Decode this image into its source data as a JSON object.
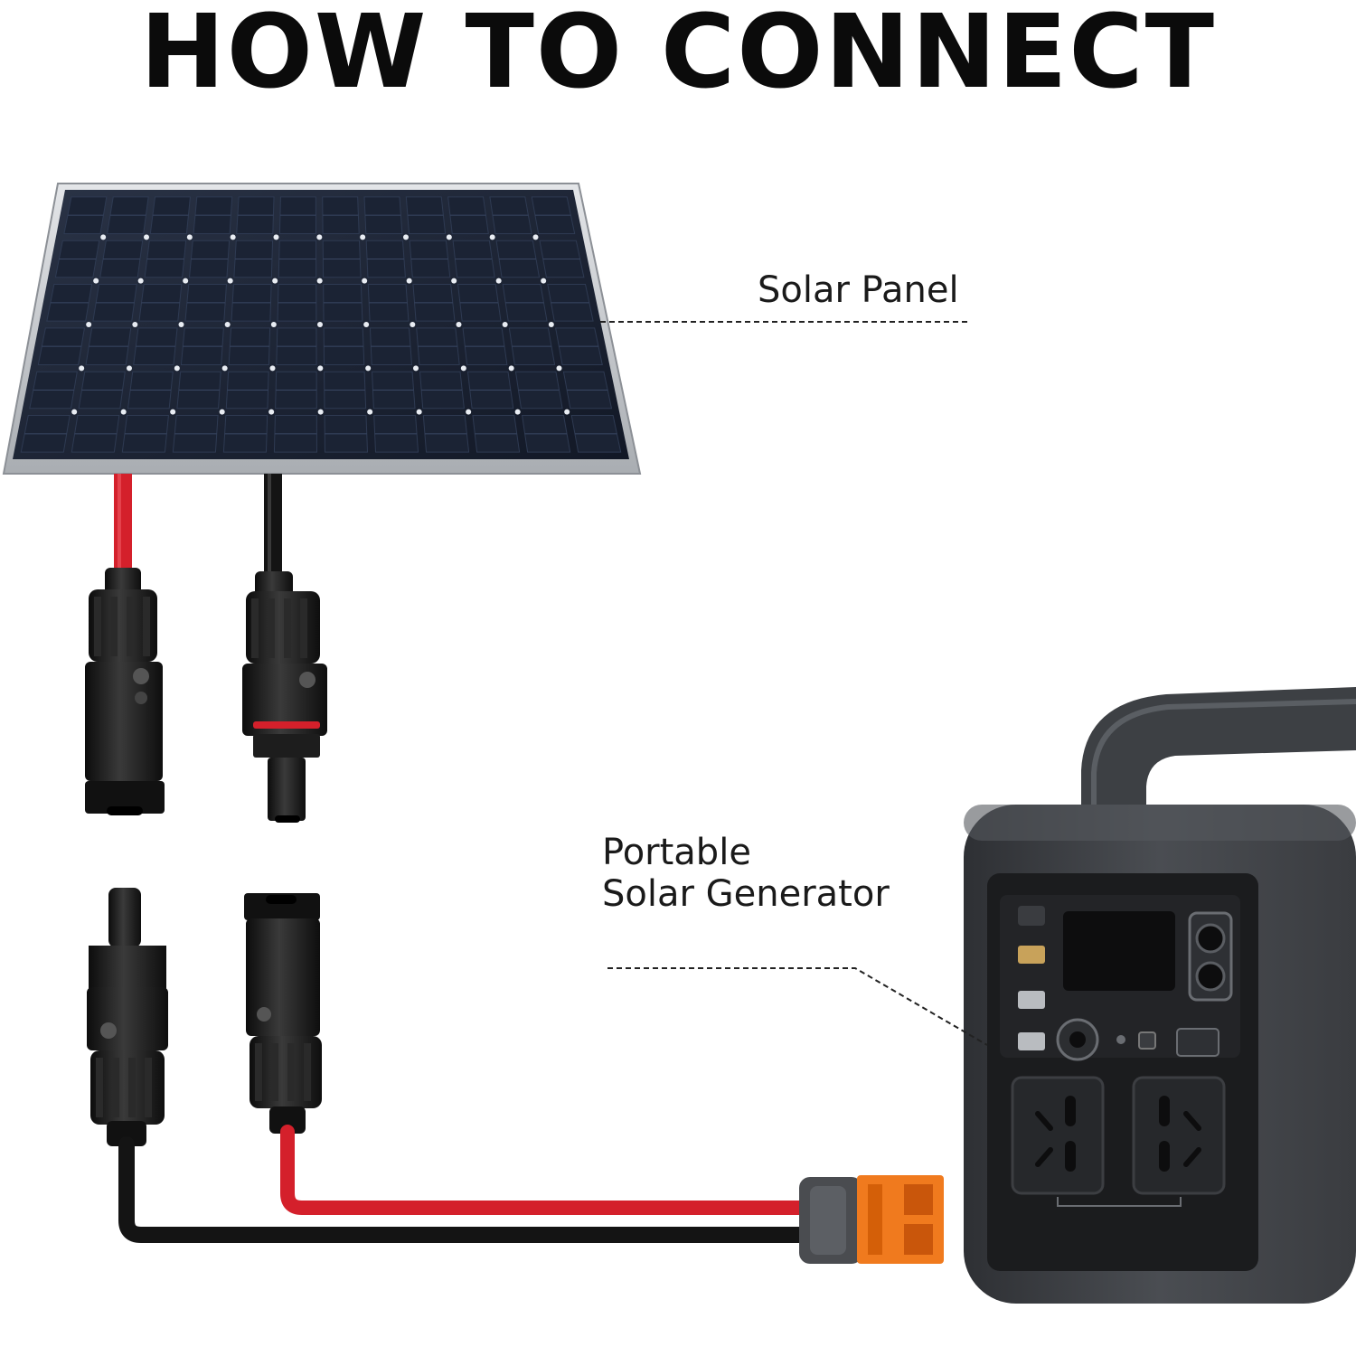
{
  "title": "HOW TO CONNECT",
  "labels": {
    "solar_panel": "Solar Panel",
    "generator_line1": "Portable",
    "generator_line2": "Solar Generator"
  },
  "colors": {
    "title_text": "#0b0b0b",
    "panel_cell": "#1b2334",
    "panel_frame": "#c9cdd2",
    "wire_red": "#d4202b",
    "wire_black": "#141414",
    "connector_orange": "#f07a1e",
    "generator_body": "#3c3e42"
  },
  "icons": {
    "panel": "solar-panel-icon",
    "connector": "mc4-connector-icon",
    "generator": "portable-power-station-icon"
  }
}
